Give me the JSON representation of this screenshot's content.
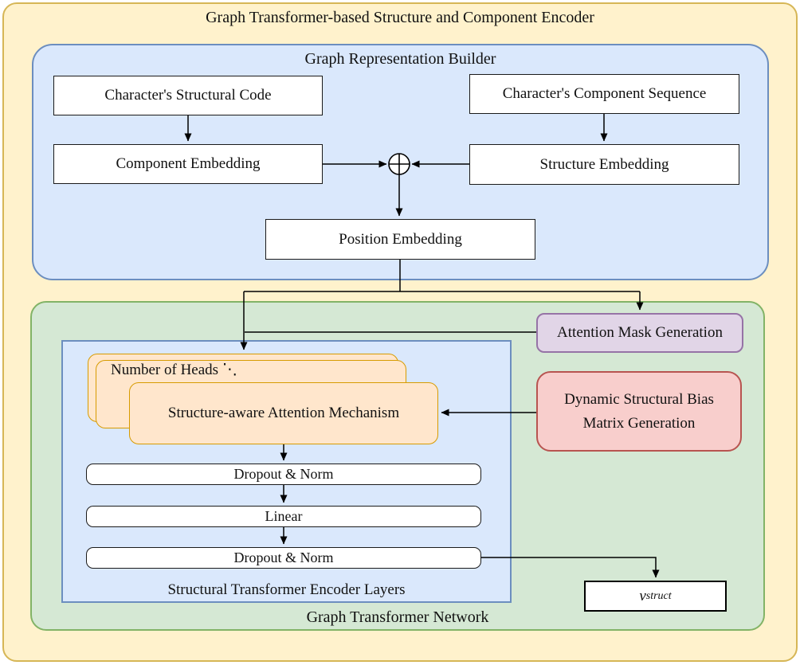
{
  "diagram": {
    "title": "Graph Transformer-based Structure and Component Encoder",
    "builder": {
      "title": "Graph Representation Builder",
      "structural_code": "Character's Structural Code",
      "component_sequence": "Character's Component Sequence",
      "component_embedding": "Component Embedding",
      "structure_embedding": "Structure Embedding",
      "position_embedding": "Position Embedding",
      "sum_symbol": "⊕"
    },
    "network": {
      "title": "Graph Transformer Network",
      "attention_mask": "Attention Mask Generation",
      "dynamic_bias": "Dynamic Structural Bias Matrix Generation",
      "encoder": {
        "label": "Structural Transformer Encoder Layers",
        "num_heads": "Number of Heads",
        "ddots": "⋱",
        "attention_mechanism": "Structure-aware Attention Mechanism",
        "dropout_norm_1": "Dropout & Norm",
        "linear": "Linear",
        "dropout_norm_2": "Dropout & Norm"
      },
      "output_var": "v",
      "output_subscript": "struct"
    },
    "colors": {
      "outer_fill": "#FFF2CC",
      "outer_border": "#D6B656",
      "blue_fill": "#DAE8FC",
      "blue_border": "#6C8EBF",
      "green_fill": "#D5E8D4",
      "green_border": "#82B366",
      "orange_fill": "#FFE6CC",
      "orange_border": "#D79B00",
      "purple_fill": "#E1D5E7",
      "purple_border": "#9673A6",
      "red_fill": "#F8CECC",
      "red_border": "#B85450",
      "node_fill": "#FFFFFF",
      "line_color": "#000000"
    }
  }
}
